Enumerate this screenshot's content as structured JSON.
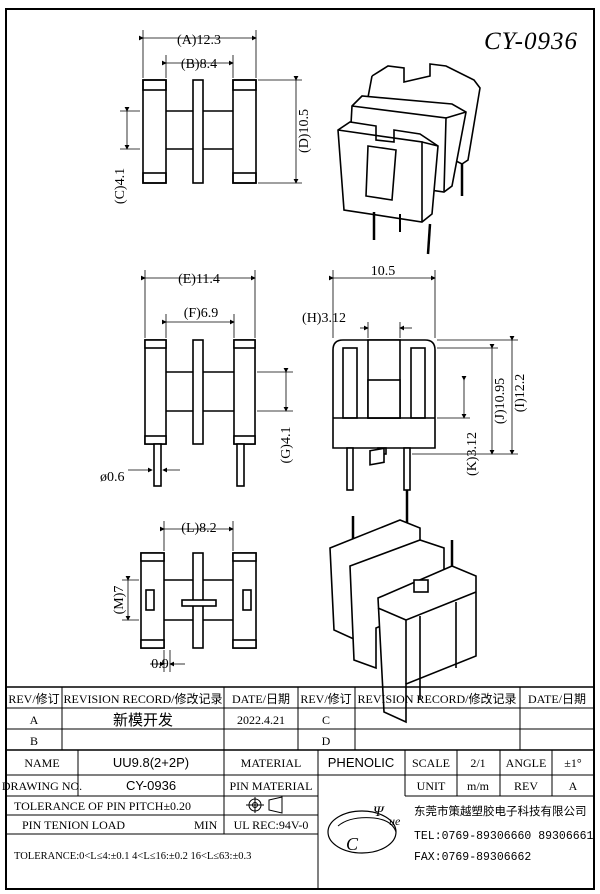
{
  "drawing_id": "CY-0936",
  "views": {
    "top_left": {
      "A": "(A)12.3",
      "B": "(B)8.4",
      "C": "(C)4.1",
      "D": "(D)10.5"
    },
    "mid_left": {
      "E": "(E)11.4",
      "F": "(F)6.9",
      "G": "(G)4.1",
      "pin": "ø0.6"
    },
    "mid_right": {
      "width": "10.5",
      "H": "(H)3.12",
      "I": "(I)12.2",
      "J": "(J)10.95",
      "K": "(K)3.12"
    },
    "bottom_left": {
      "L": "(L)8.2",
      "M": "(M)7",
      "pitch": "0.9"
    }
  },
  "revision": {
    "headers": [
      "REV/修订",
      "REVISION RECORD/修改记录",
      "DATE/日期",
      "REV/修订",
      "REVISION RECORD/修改记录",
      "DATE/日期"
    ],
    "row_a": {
      "rev": "A",
      "record": "新模开发",
      "date": "2022.4.21",
      "rev2": "C"
    },
    "row_b": {
      "rev": "B",
      "rev2": "D"
    }
  },
  "title_block": {
    "name_label": "NAME",
    "name_value": "UU9.8(2+2P)",
    "material_label": "MATERIAL",
    "material_value": "PHENOLIC",
    "scale_label": "SCALE",
    "scale_value": "2/1",
    "angle_label": "ANGLE",
    "angle_value": "±1°",
    "drawing_no_label": "DRAWING NO.",
    "drawing_no_value": "CY-0936",
    "pin_material_label": "PIN MATERIAL",
    "unit_label": "UNIT",
    "unit_value": "m/m",
    "rev_label": "REV",
    "rev_value": "A",
    "tolerance_pitch": "TOLERANCE OF PIN PITCH±0.20",
    "pin_tension": "PIN TENION LOAD",
    "pin_tension_min": "MIN",
    "ul_rec": "UL REC:94V-0",
    "tolerance_line": "TOLERANCE:0<L≤4:±0.1  4<L≤16:±0.2  16<L≤63:±0.3"
  },
  "company": {
    "logo_text": "ue",
    "name": "东莞市策越塑胶电子科技有限公司",
    "tel": "TEL:0769-89306660 89306661",
    "fax": "FAX:0769-89306662"
  }
}
